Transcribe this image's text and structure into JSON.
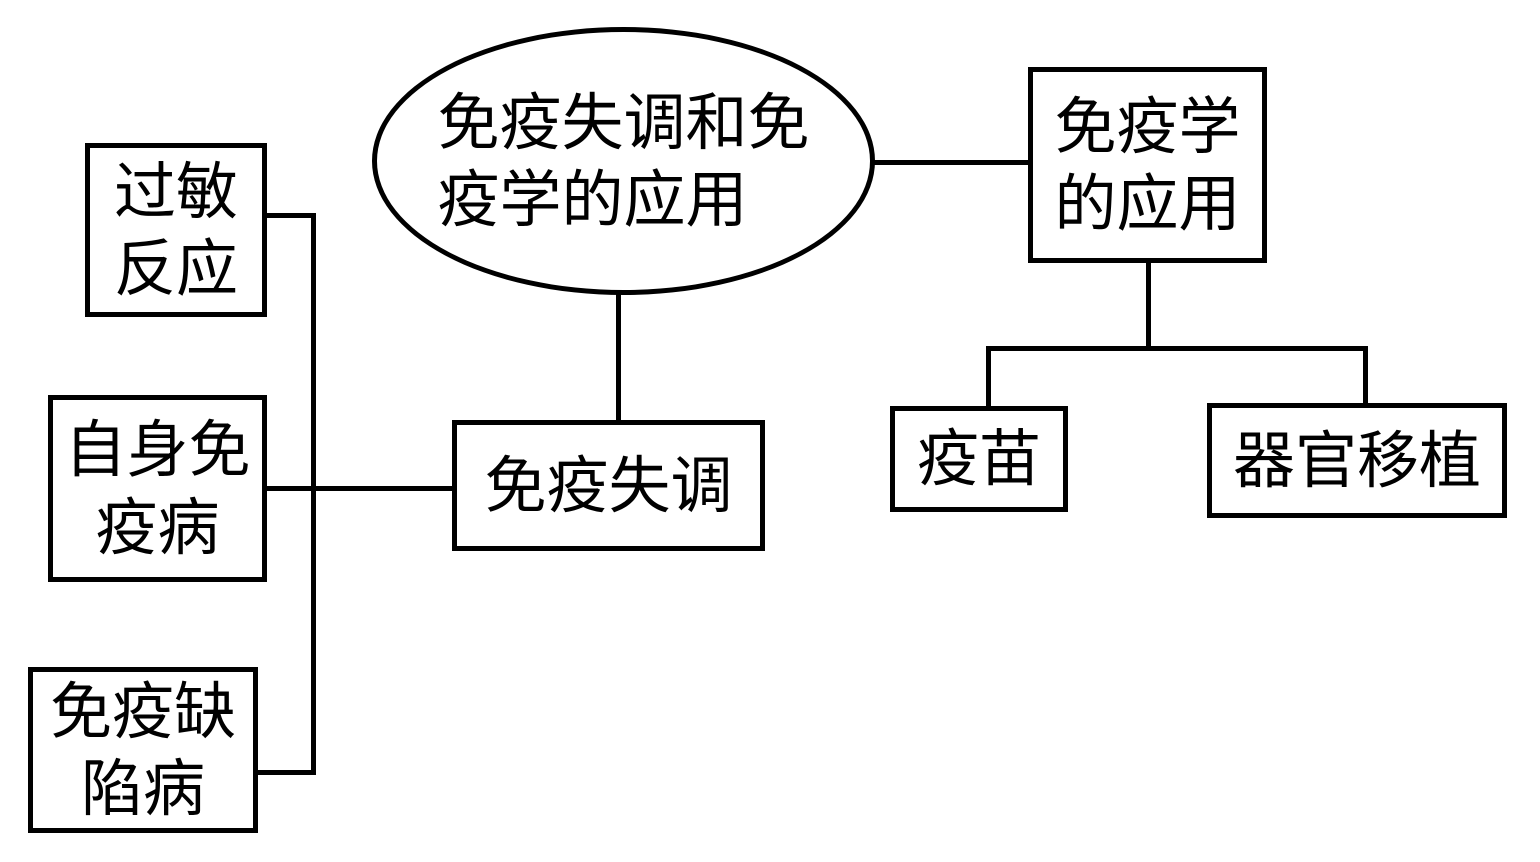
{
  "diagram": {
    "type": "concept-map",
    "background_color": "#ffffff",
    "stroke_color": "#000000",
    "nodes": {
      "root": {
        "label": "免疫失调和免\n疫学的应用",
        "shape": "ellipse"
      },
      "applications": {
        "label": "免疫学\n的应用",
        "shape": "rect"
      },
      "allergy": {
        "label": "过敏\n反应",
        "shape": "rect"
      },
      "autoimmune": {
        "label": "自身免\n疫病",
        "shape": "rect"
      },
      "immunodeficiency": {
        "label": "免疫缺\n陷病",
        "shape": "rect"
      },
      "dysregulation": {
        "label": "免疫失调",
        "shape": "rect"
      },
      "vaccine": {
        "label": "疫苗",
        "shape": "rect"
      },
      "organ_transplant": {
        "label": "器官移植",
        "shape": "rect"
      }
    },
    "edges": [
      {
        "from": "root",
        "to": "applications"
      },
      {
        "from": "root",
        "to": "dysregulation"
      },
      {
        "from": "applications",
        "to": "vaccine"
      },
      {
        "from": "applications",
        "to": "organ_transplant"
      },
      {
        "from": "dysregulation",
        "to": "allergy"
      },
      {
        "from": "dysregulation",
        "to": "autoimmune"
      },
      {
        "from": "dysregulation",
        "to": "immunodeficiency"
      }
    ]
  }
}
